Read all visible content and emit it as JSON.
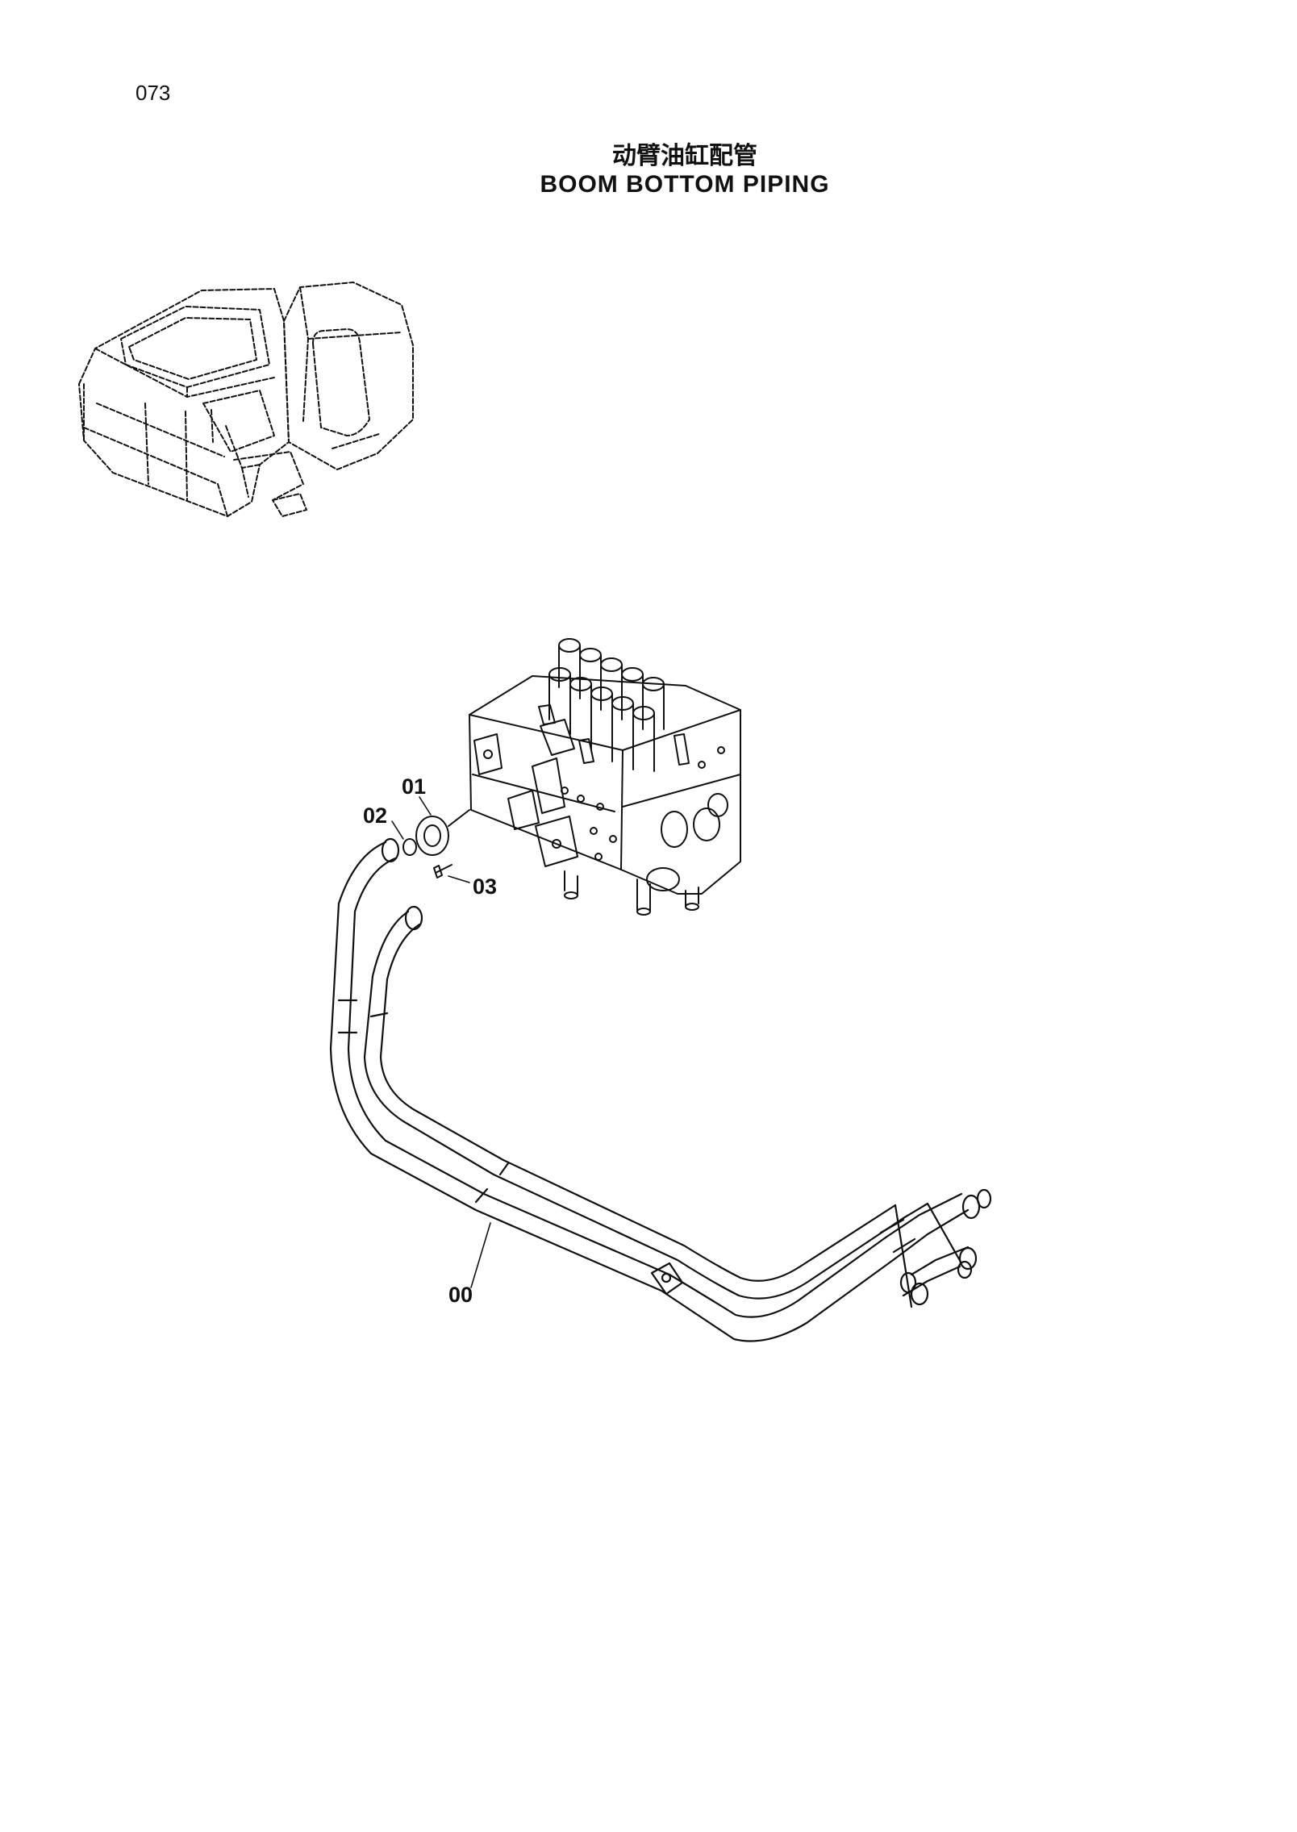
{
  "page": {
    "number": "073",
    "title_cn": "动臂油缸配管",
    "title_en": "BOOM BOTTOM PIPING"
  },
  "callouts": [
    {
      "id": "01",
      "label": "01"
    },
    {
      "id": "02",
      "label": "02"
    },
    {
      "id": "03",
      "label": "03"
    },
    {
      "id": "00",
      "label": "00"
    }
  ],
  "colors": {
    "line": "#111111",
    "background": "#ffffff"
  }
}
